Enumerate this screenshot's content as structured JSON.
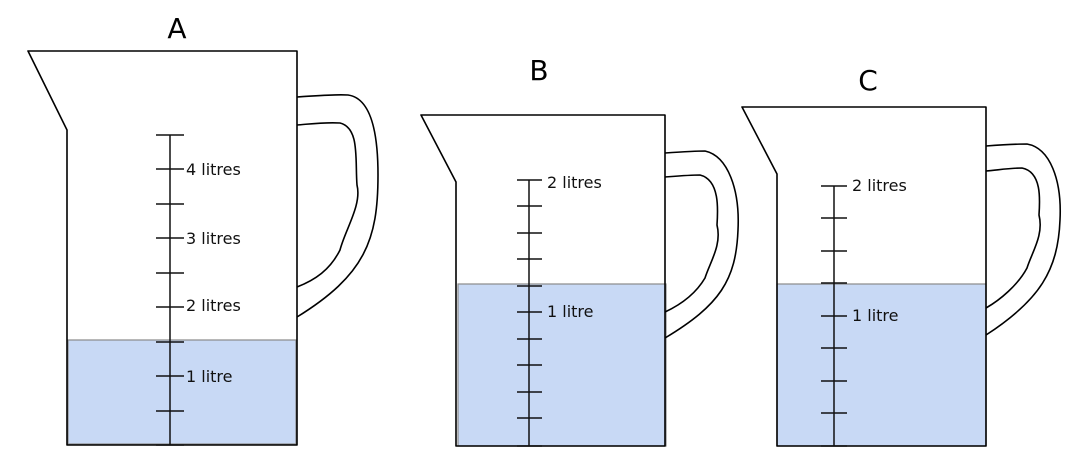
{
  "colors": {
    "water": "#c8d9f5",
    "water_edge": "#8a8a8a",
    "outline": "#000000"
  },
  "jugs": [
    {
      "label": "A",
      "max_litres": 4.5,
      "tick_interval_litres": 0.5,
      "water_level_litres": 1.5,
      "scale_labels": [
        "4 litres",
        "3 litres",
        "2 litres",
        "1 litre"
      ]
    },
    {
      "label": "B",
      "max_litres": 2,
      "tick_interval_litres": 0.2,
      "water_level_litres": 1.2,
      "scale_labels": [
        "2 litres",
        "1 litre"
      ]
    },
    {
      "label": "C",
      "max_litres": 2,
      "tick_interval_litres": 0.25,
      "water_level_litres": 1.25,
      "scale_labels": [
        "2 litres",
        "1 litre"
      ]
    }
  ]
}
